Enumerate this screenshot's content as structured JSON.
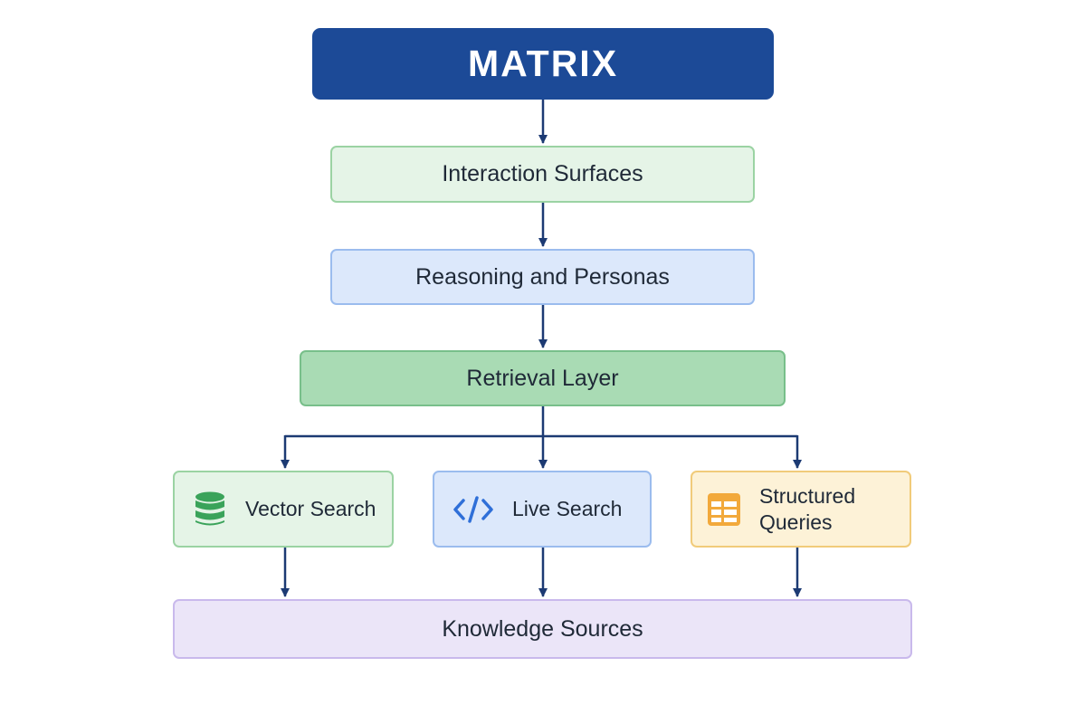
{
  "diagram": {
    "title": "MATRIX",
    "layers": {
      "interaction": "Interaction Surfaces",
      "reasoning": "Reasoning and Personas",
      "retrieval": "Retrieval Layer",
      "knowledge": "Knowledge Sources"
    },
    "retrieval_methods": [
      {
        "label": "Vector Search",
        "icon": "database-icon"
      },
      {
        "label": "Live Search",
        "icon": "code-icon"
      },
      {
        "label_line1": "Structured",
        "label_line2": "Queries",
        "icon": "table-icon"
      }
    ]
  },
  "colors": {
    "title_bg": "#1c4a97",
    "connector": "#1c3a73",
    "green_icon": "#3aa35a",
    "blue_icon": "#2f6fd8",
    "orange_icon": "#f2a93b"
  }
}
